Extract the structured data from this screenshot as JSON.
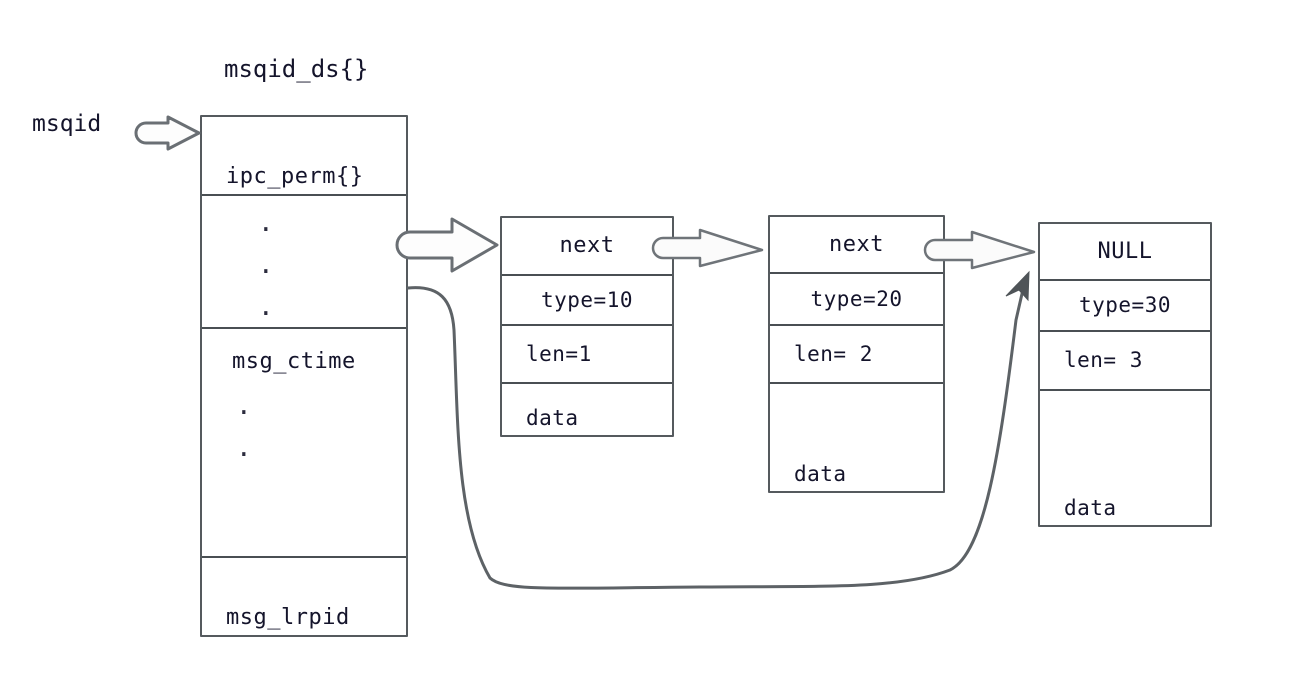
{
  "diagram": {
    "title": "msqid_ds{}",
    "pointer_label": "msqid",
    "struct": {
      "name": "msqid_ds{}",
      "fields": [
        {
          "label": "ipc_perm{}",
          "kind": "field"
        },
        {
          "label": ".",
          "kind": "ellipsis"
        },
        {
          "label": ".",
          "kind": "ellipsis"
        },
        {
          "label": ".",
          "kind": "ellipsis"
        },
        {
          "label": "msg_ctime",
          "kind": "field"
        },
        {
          "label": ".",
          "kind": "ellipsis"
        },
        {
          "label": ".",
          "kind": "ellipsis"
        },
        {
          "label": "msg_lrpid",
          "kind": "field"
        }
      ]
    },
    "nodes": [
      {
        "id": "msg-node-1",
        "next": "next",
        "type": "type=10",
        "len": "len=1",
        "data": "data"
      },
      {
        "id": "msg-node-2",
        "next": "next",
        "type": "type=20",
        "len": "len= 2",
        "data": "data"
      },
      {
        "id": "msg-node-3",
        "next": "NULL",
        "type": "type=30",
        "len": "len= 3",
        "data": "data"
      }
    ],
    "arrows": [
      {
        "name": "msqid-to-struct-arrow",
        "from": "msqid",
        "to": "msqid_ds{}"
      },
      {
        "name": "struct-to-node1-arrow",
        "from": "msqid_ds{}",
        "to": "msg-node-1"
      },
      {
        "name": "node1-to-node2-arrow",
        "from": "msg-node-1",
        "to": "msg-node-2"
      },
      {
        "name": "node2-to-node3-arrow",
        "from": "msg-node-2",
        "to": "msg-node-3"
      },
      {
        "name": "struct-tail-to-node3-curve",
        "from": "msqid_ds{}",
        "to": "msg-node-3"
      }
    ],
    "colors": {
      "background": "#ffffff",
      "text": "#14142b",
      "box_border": "#555a5e",
      "divider": "#4a4f53",
      "arrow_stroke": "#6a6f74",
      "arrow_fill": "#fdfdfd",
      "curve_stroke": "#5d6266"
    }
  }
}
